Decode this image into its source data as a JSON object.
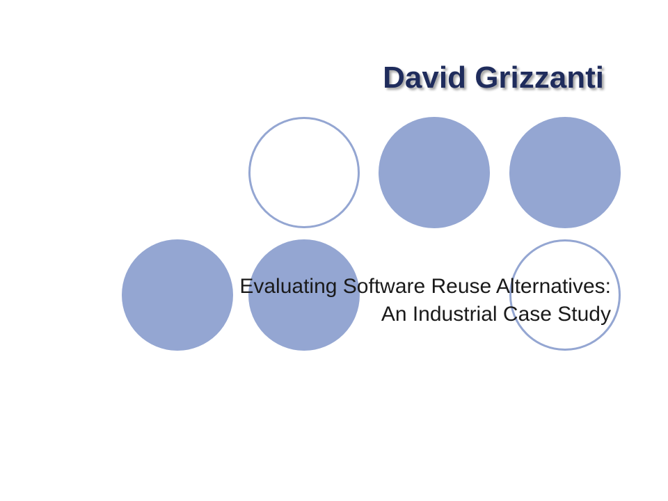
{
  "slide": {
    "title": "David Grizzanti",
    "subtitle_line1": "Evaluating Software Reuse Alternatives:",
    "subtitle_line2": "An Industrial Case Study"
  },
  "colors": {
    "circle_fill": "#94a6d2",
    "title_text": "#1f2c5c",
    "subtitle_text": "#1a1a1a",
    "background": "#ffffff"
  }
}
